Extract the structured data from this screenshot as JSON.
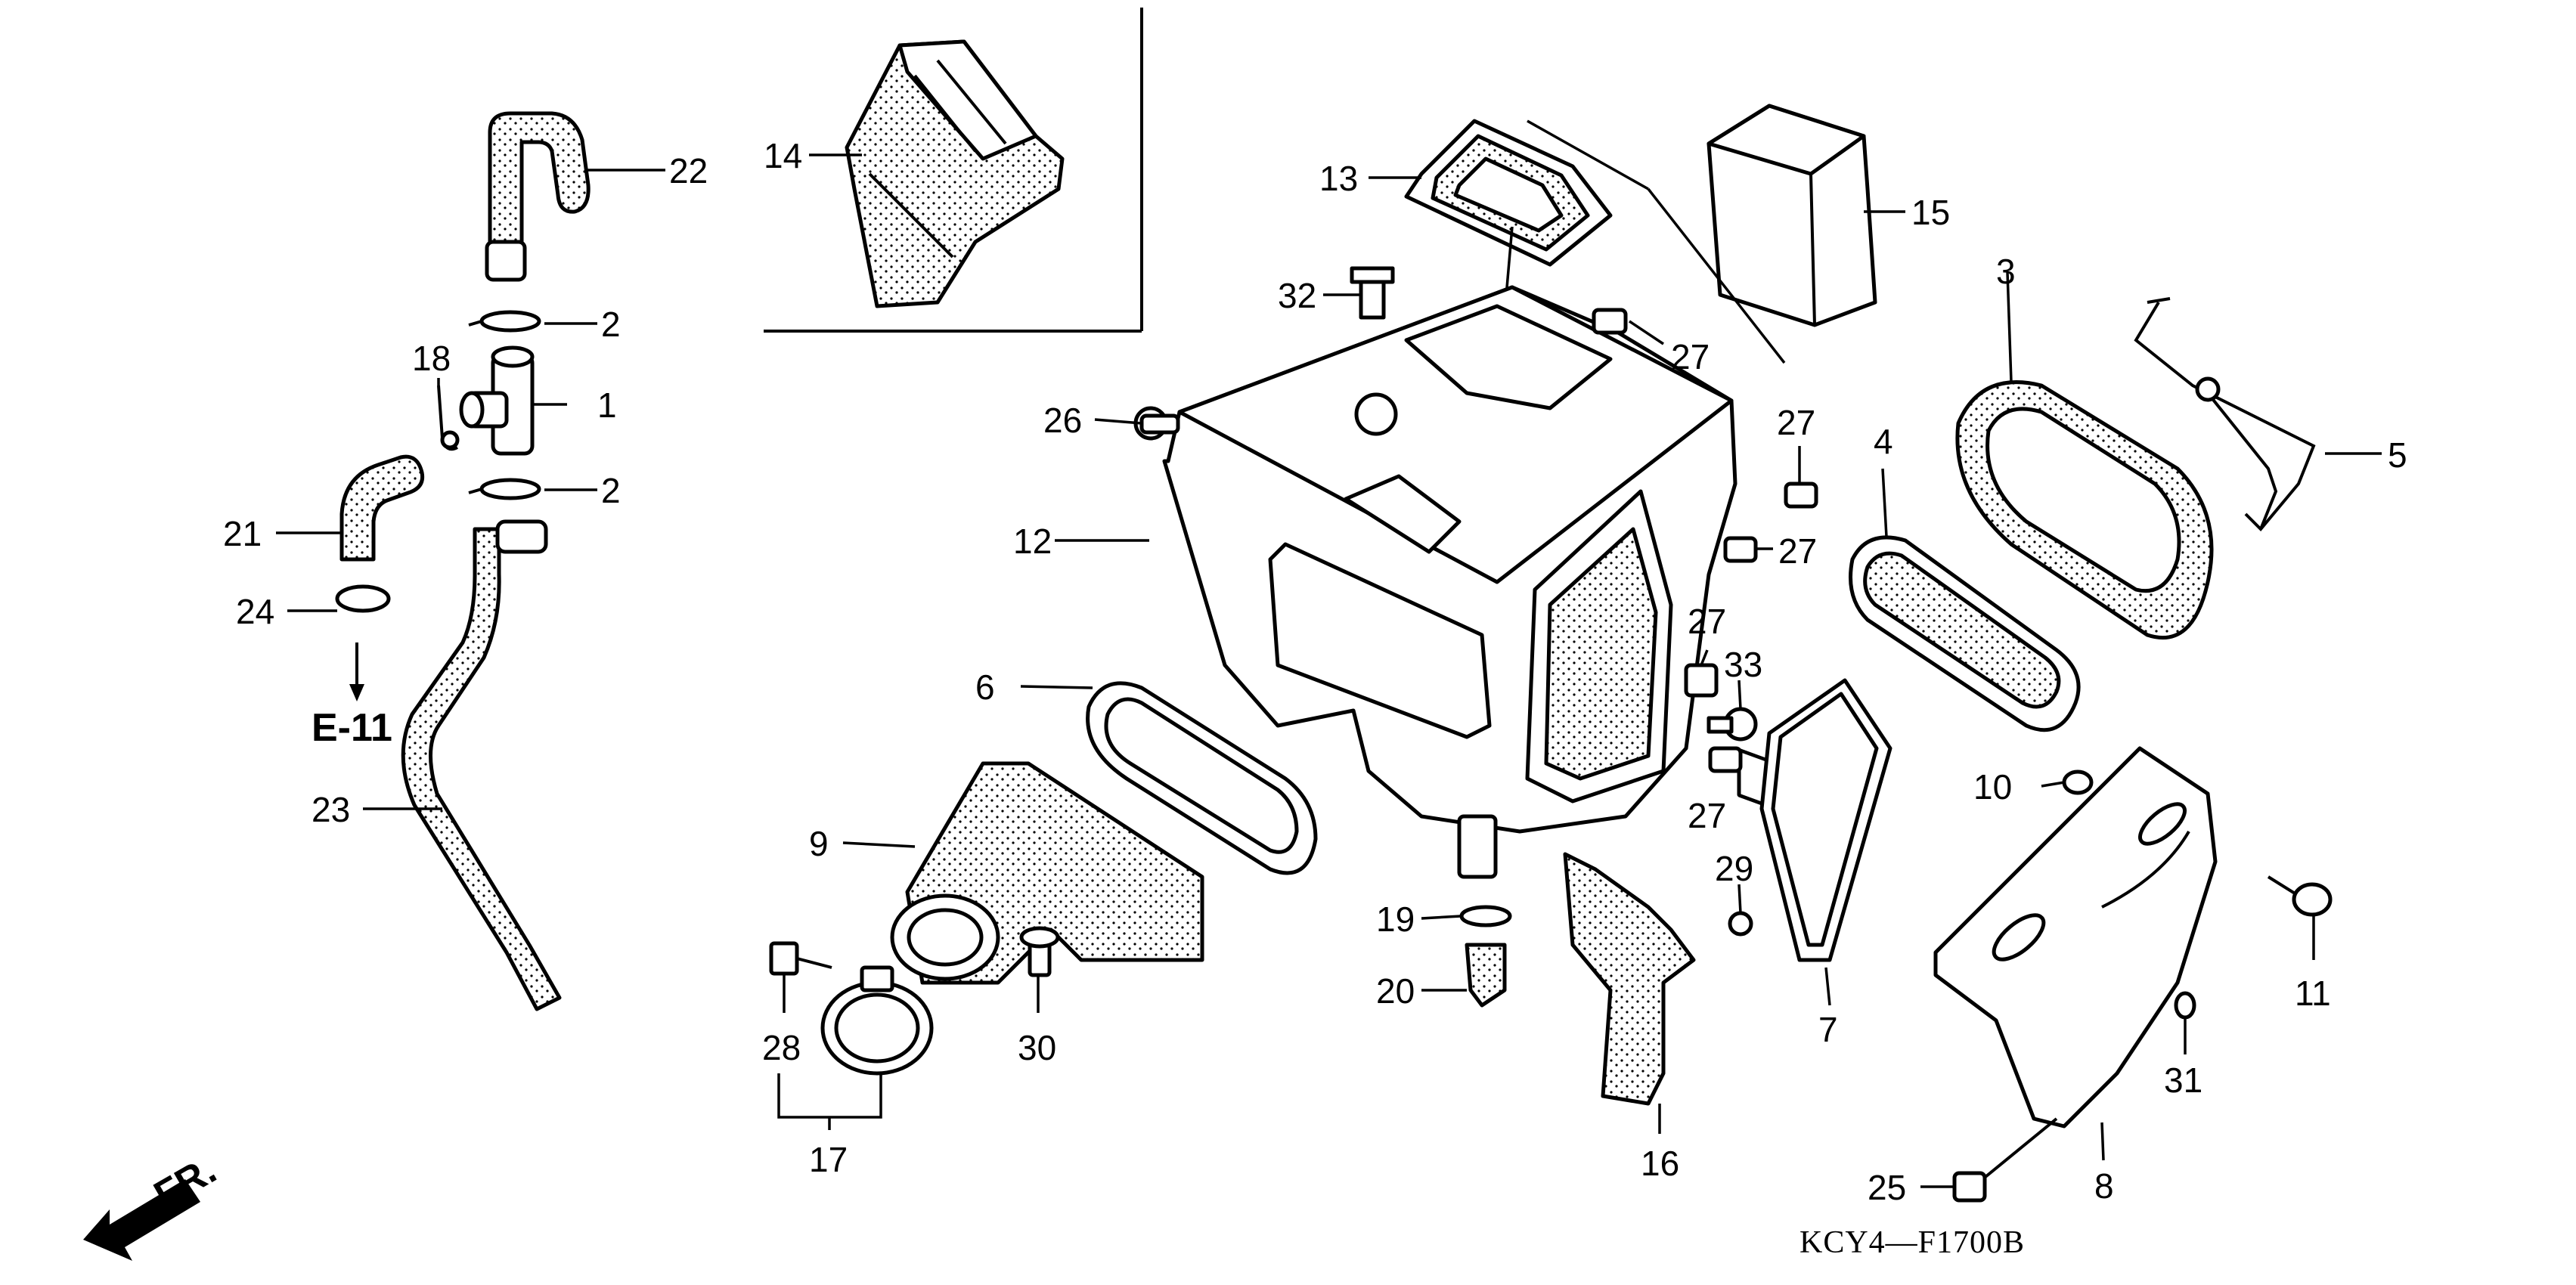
{
  "labels": {
    "l1": "1",
    "l2a": "2",
    "l2b": "2",
    "l3": "3",
    "l4": "4",
    "l5": "5",
    "l6": "6",
    "l7": "7",
    "l8": "8",
    "l9": "9",
    "l10": "10",
    "l11": "11",
    "l12": "12",
    "l13": "13",
    "l14": "14",
    "l15": "15",
    "l16": "16",
    "l17": "17",
    "l18": "18",
    "l19": "19",
    "l20": "20",
    "l21": "21",
    "l22": "22",
    "l23": "23",
    "l24": "24",
    "l25": "25",
    "l26": "26",
    "l27a": "27",
    "l27b": "27",
    "l27c": "27",
    "l27d": "27",
    "l27e": "27",
    "l28": "28",
    "l29": "29",
    "l30": "30",
    "l31": "31",
    "l32": "32",
    "l33": "33"
  },
  "ref_label": "E-11",
  "direction_label": "FR.",
  "drawing_code": "KCY4—F1700B"
}
